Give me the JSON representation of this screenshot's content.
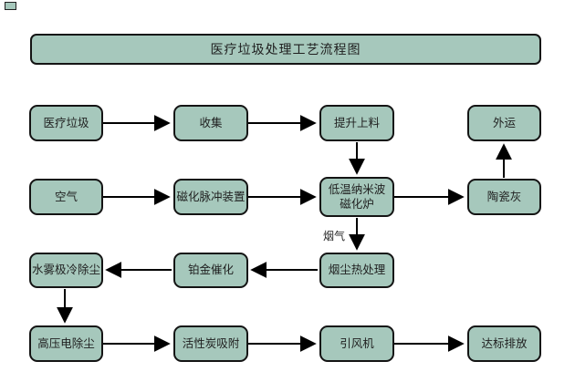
{
  "title": "医疗垃圾处理工艺流程图",
  "colors": {
    "box_fill": "#a6c8bc",
    "box_border": "#141414",
    "arrow": "#000000",
    "background": "#ffffff",
    "text": "#1f1f1f"
  },
  "nodes": {
    "medical_waste": "医疗垃圾",
    "collection": "收集",
    "lifting_feed": "提升上料",
    "outbound_transport": "外运",
    "air": "空气",
    "magnetic_pulse_device": "磁化脉冲装置",
    "nano_wave_furnace": "低温纳米波\n磁化炉",
    "ceramic_ash": "陶瓷灰",
    "water_mist_dust_removal": "水雾极冷除尘",
    "platinum_catalysis": "铂金催化",
    "soot_heat_treatment": "烟尘热处理",
    "high_voltage_electrostatic": "高压电除尘",
    "activated_carbon_adsorption": "活性炭吸附",
    "induced_draft_fan": "引风机",
    "standard_discharge": "达标排放"
  },
  "edge_labels": {
    "flue_gas": "烟气"
  }
}
